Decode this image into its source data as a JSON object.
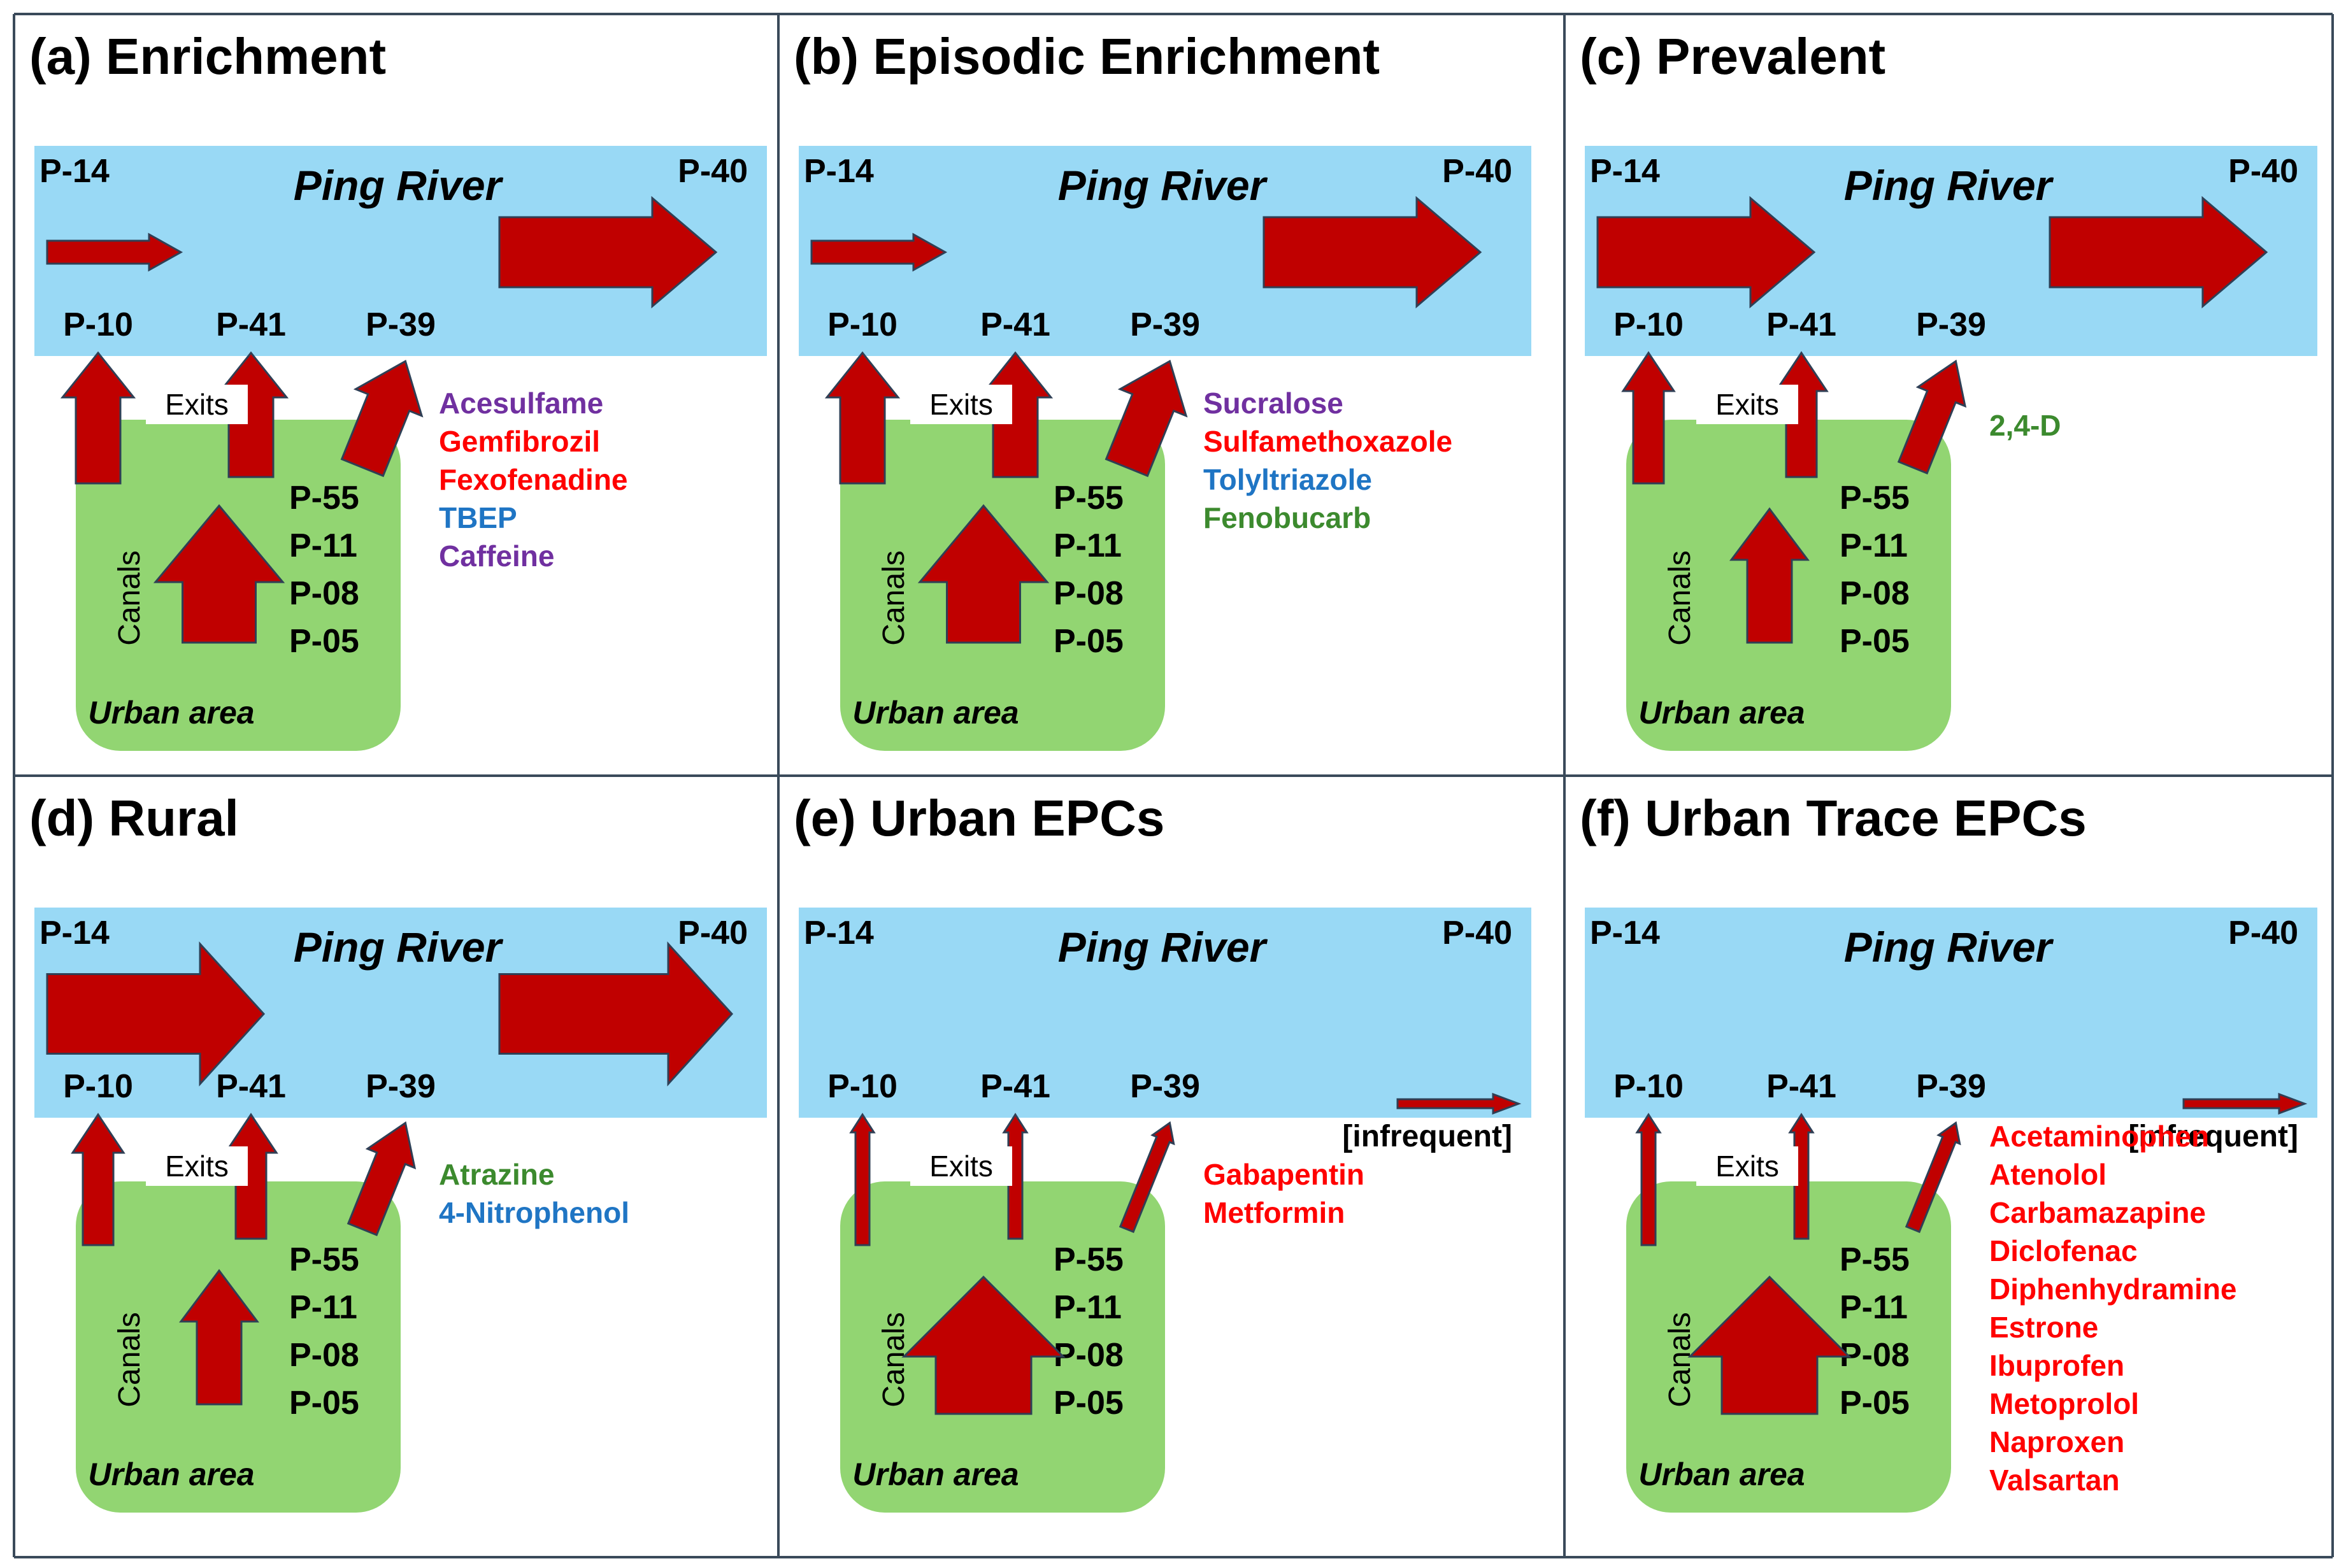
{
  "colors": {
    "river": "#99d9f5",
    "urban": "#92d572",
    "arrow_fill": "#c00000",
    "arrow_stroke": "#2f3f55",
    "purple": "#7030a0",
    "red": "#ff0000",
    "blue": "#1f75c4",
    "green": "#3c8a2e"
  },
  "labels": {
    "river": "Ping River",
    "upstream_site": "P-14",
    "downstream_site": "P-40",
    "exit_sites": [
      "P-10",
      "P-41",
      "P-39"
    ],
    "exits": "Exits",
    "canals": "Canals",
    "urban_area": "Urban area",
    "canal_sites": [
      "P-55",
      "P-11",
      "P-08",
      "P-05"
    ],
    "infrequent": "[infrequent]"
  },
  "panels": [
    {
      "title": "(a) Enrichment",
      "flow": {
        "upstream": "small",
        "downstream": "large",
        "exits": "large",
        "canals": "large",
        "infrequent": false
      },
      "chemicals": [
        {
          "name": "Acesulfame",
          "color": "purple"
        },
        {
          "name": "Gemfibrozil",
          "color": "red"
        },
        {
          "name": "Fexofenadine",
          "color": "red"
        },
        {
          "name": "TBEP",
          "color": "blue"
        },
        {
          "name": "Caffeine",
          "color": "purple"
        }
      ]
    },
    {
      "title": "(b) Episodic Enrichment",
      "flow": {
        "upstream": "small",
        "downstream": "large",
        "exits": "large",
        "canals": "large",
        "infrequent": false
      },
      "chemicals": [
        {
          "name": "Sucralose",
          "color": "purple"
        },
        {
          "name": "Sulfamethoxazole",
          "color": "red"
        },
        {
          "name": "Tolyltriazole",
          "color": "blue"
        },
        {
          "name": "Fenobucarb",
          "color": "green"
        }
      ]
    },
    {
      "title": "(c) Prevalent",
      "flow": {
        "upstream": "large",
        "downstream": "large",
        "exits": "medium",
        "canals": "medium",
        "infrequent": false
      },
      "chemicals": [
        {
          "name": "2,4-D",
          "color": "green"
        }
      ]
    },
    {
      "title": "(d) Rural",
      "flow": {
        "upstream": "xlarge",
        "downstream": "xlarge",
        "exits": "medium",
        "canals": "medium",
        "infrequent": false
      },
      "chemicals": [
        {
          "name": "Atrazine",
          "color": "green"
        },
        {
          "name": "4-Nitrophenol",
          "color": "blue"
        }
      ]
    },
    {
      "title": "(e) Urban EPCs",
      "flow": {
        "upstream": "none",
        "downstream": "thin",
        "exits": "thin",
        "canals": "large",
        "infrequent": true
      },
      "chemicals": [
        {
          "name": "Gabapentin",
          "color": "red"
        },
        {
          "name": "Metformin",
          "color": "red"
        }
      ]
    },
    {
      "title": "(f) Urban Trace EPCs",
      "flow": {
        "upstream": "none",
        "downstream": "thin",
        "exits": "thin",
        "canals": "large",
        "infrequent": true
      },
      "chemicals": [
        {
          "name": "Acetaminophen",
          "color": "red"
        },
        {
          "name": "Atenolol",
          "color": "red"
        },
        {
          "name": "Carbamazapine",
          "color": "red"
        },
        {
          "name": "Diclofenac",
          "color": "red"
        },
        {
          "name": "Diphenhydramine",
          "color": "red"
        },
        {
          "name": "Estrone",
          "color": "red"
        },
        {
          "name": "Ibuprofen",
          "color": "red"
        },
        {
          "name": "Metoprolol",
          "color": "red"
        },
        {
          "name": "Naproxen",
          "color": "red"
        },
        {
          "name": "Valsartan",
          "color": "red"
        }
      ]
    }
  ]
}
